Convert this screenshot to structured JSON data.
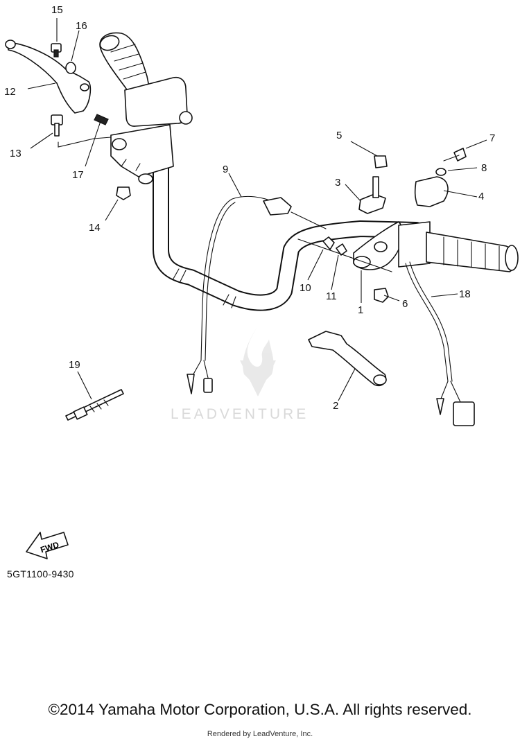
{
  "diagram": {
    "code": "5GT1100-9430",
    "fwd_label": "FWD",
    "watermark": "LEADVENTURE",
    "parts": [
      {
        "id": "1"
      },
      {
        "id": "2"
      },
      {
        "id": "3"
      },
      {
        "id": "4"
      },
      {
        "id": "5"
      },
      {
        "id": "6"
      },
      {
        "id": "7"
      },
      {
        "id": "8"
      },
      {
        "id": "9"
      },
      {
        "id": "10"
      },
      {
        "id": "11"
      },
      {
        "id": "12"
      },
      {
        "id": "13"
      },
      {
        "id": "14"
      },
      {
        "id": "15"
      },
      {
        "id": "16"
      },
      {
        "id": "17"
      },
      {
        "id": "18"
      },
      {
        "id": "19"
      }
    ]
  },
  "footer": {
    "copyright": "©2014 Yamaha Motor Corporation, U.S.A. All rights reserved.",
    "rendered_by": "Rendered by LeadVenture, Inc."
  },
  "icons": [
    "fwd-arrow-icon",
    "leadventure-flame-icon"
  ]
}
